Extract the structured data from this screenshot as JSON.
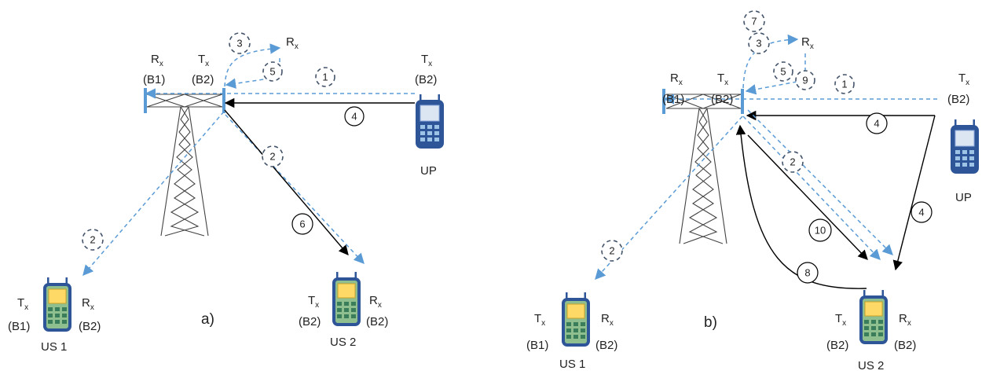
{
  "colors": {
    "signal": "#5b9bd5",
    "control": "#000000",
    "phone_body": "#2e5597",
    "screen_up": "#dce6f2",
    "screen_us": "#ffd966",
    "keypad_us": "#5b9f77"
  },
  "labels": {
    "tx": "T",
    "rx": "R",
    "sub_x": "x",
    "b1": "(B1)",
    "b2": "(B2)",
    "up": "UP",
    "us1": "US 1",
    "us2": "US 2",
    "panel_a": "a)",
    "panel_b": "b)"
  },
  "steps": {
    "s1": "1",
    "s2": "2",
    "s3": "3",
    "s4": "4",
    "s5": "5",
    "s6": "6",
    "s7": "7",
    "s8": "8",
    "s9": "9",
    "s10": "10"
  }
}
